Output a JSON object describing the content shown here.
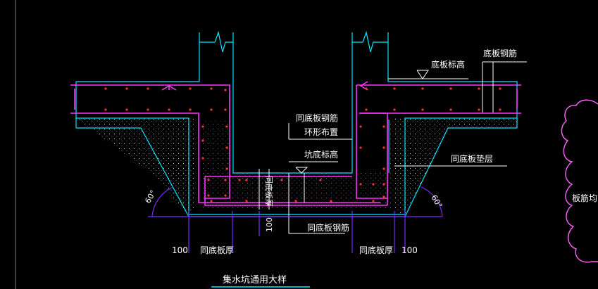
{
  "labels": {
    "slab_top_elevation": "底板标高",
    "slab_rebar": "底板钢筋",
    "same_as_slab_rebar_ring_line1": "同底板钢筋",
    "same_as_slab_rebar_ring_line2": "环形布置",
    "pit_bottom_elevation": "坑底标高",
    "same_as_slab_cushion": "同底板垫层",
    "same_as_slab_rebar_bottom": "同底板钢筋",
    "same_as_slab_thickness_vertical": "同底板厚",
    "dim_100_vertical": "100",
    "dim_100_left": "100",
    "same_as_slab_thickness_left": "同底板厚",
    "same_as_slab_thickness_right": "同底板厚",
    "dim_100_right": "100",
    "angle_left": "60°",
    "angle_right": "60°",
    "side_note": "板筋均弯",
    "drawing_title": "集水坑通用大样"
  },
  "colors": {
    "background": "#000000",
    "concrete": "#00e5ff",
    "rebar": "#ff33ff",
    "rebar_dots": "#ff3030",
    "leader": "#ffffff",
    "dimension": "#7a2cff",
    "cloud": "#ff66ff",
    "title_underline": "#00e5ff"
  }
}
